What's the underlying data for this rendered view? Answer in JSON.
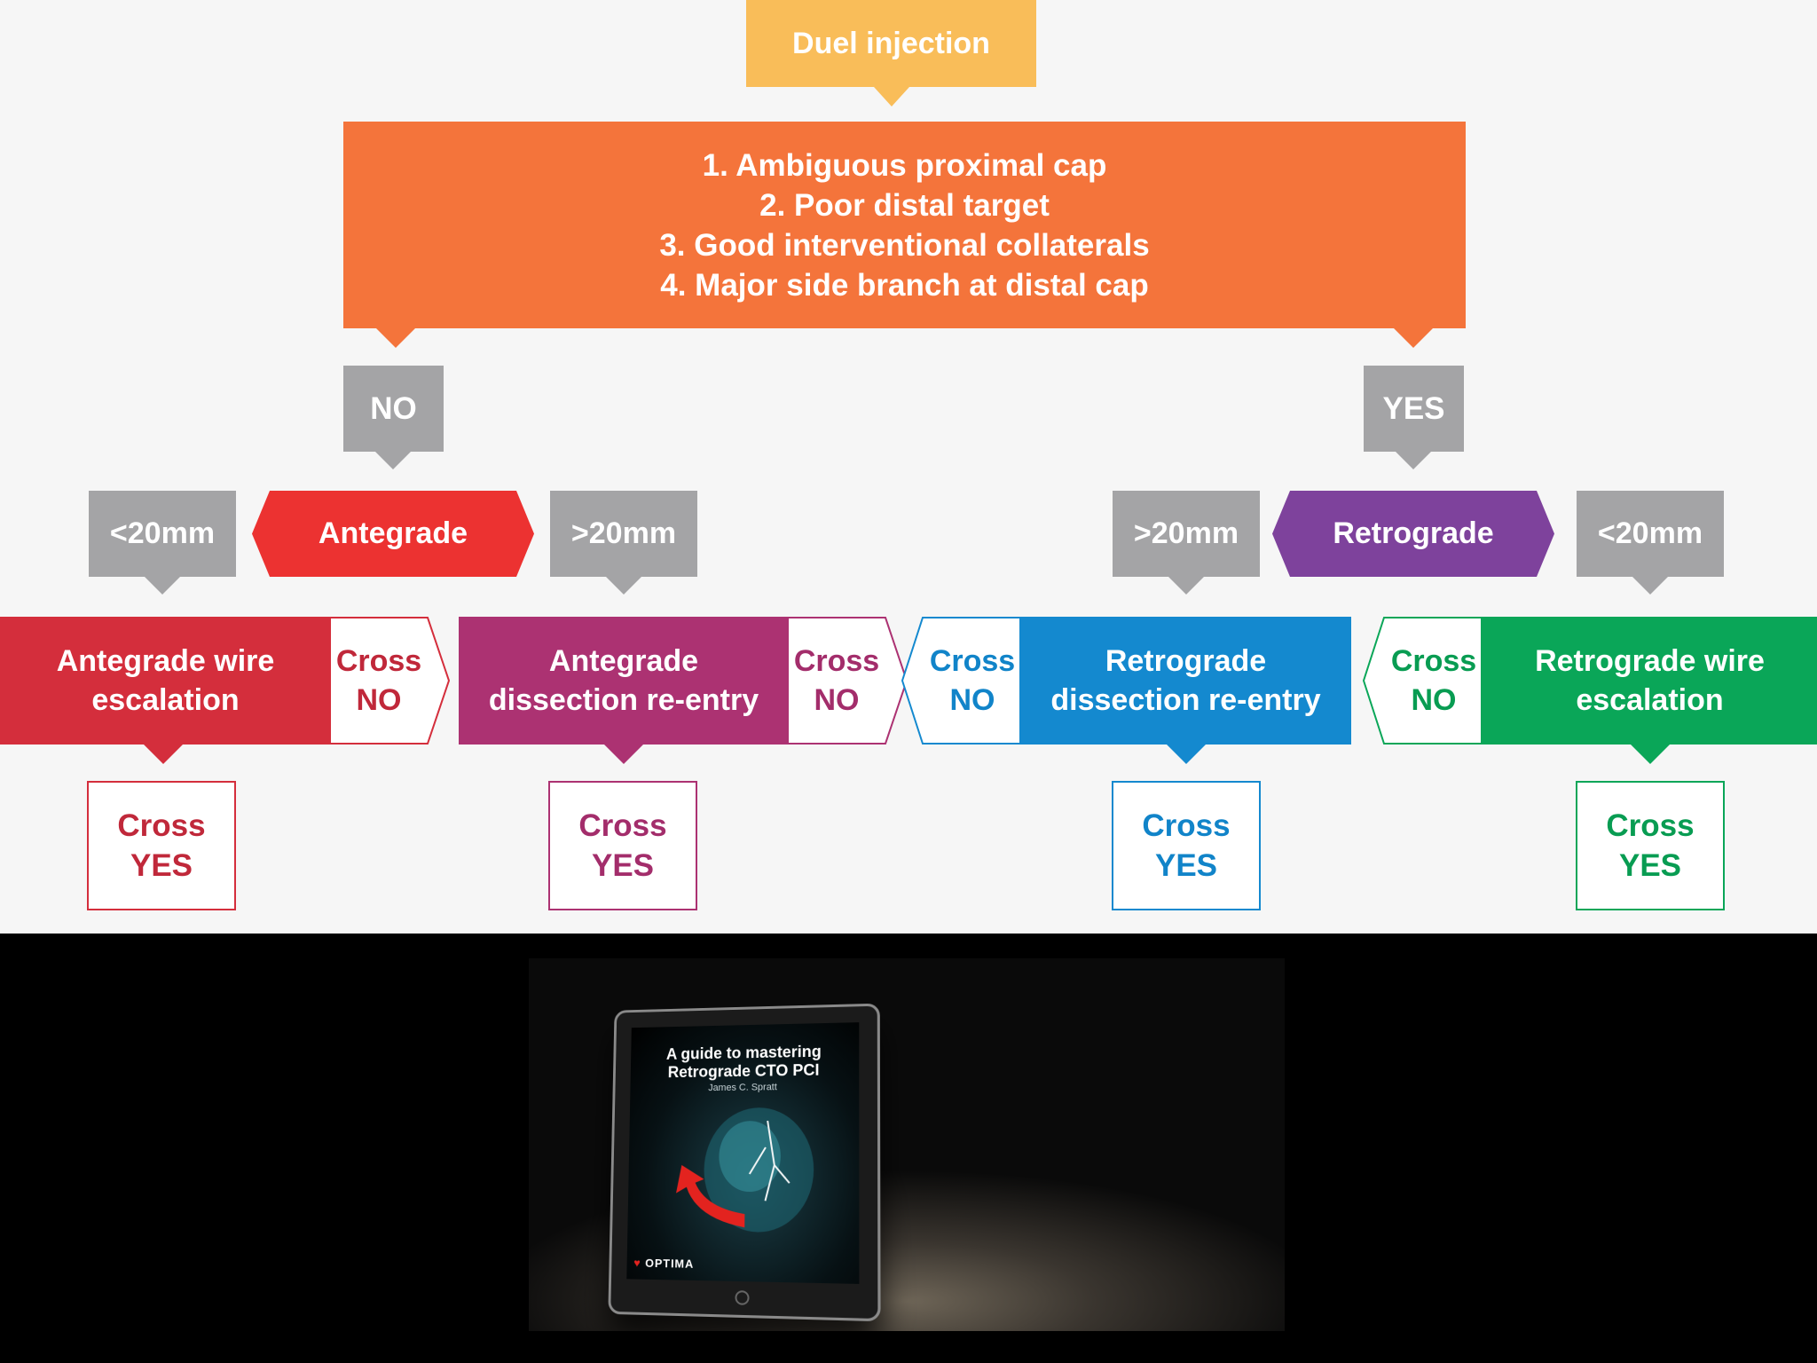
{
  "flowchart": {
    "start": "Duel injection",
    "criteria": [
      "1. Ambiguous proximal cap",
      "2. Poor distal target",
      "3. Good interventional collaterals",
      "4. Major side branch at distal cap"
    ],
    "no_label": "NO",
    "yes_label": "YES",
    "antegrade": "Antegrade",
    "retrograde": "Retrograde",
    "lt20": "<20mm",
    "gt20": ">20mm",
    "strategies": {
      "antegrade_wire": [
        "Antegrade wire",
        "escalation"
      ],
      "antegrade_dissection": [
        "Antegrade",
        "dissection re-entry"
      ],
      "retrograde_dissection": [
        "Retrograde",
        "dissection re-entry"
      ],
      "retrograde_wire": [
        "Retrograde wire",
        "escalation"
      ]
    },
    "cross": "Cross",
    "no": "NO",
    "yes": "YES",
    "colors": {
      "start": "#f9bd59",
      "criteria": "#f4743b",
      "gray": "#a4a4a6",
      "antegrade": "#ec3231",
      "retrograde": "#7e429c",
      "antegrade_wire": "#d42e3c",
      "antegrade_dissection": "#ac3272",
      "retrograde_dissection": "#1489cf",
      "retrograde_wire": "#0aa658"
    }
  },
  "book": {
    "title_line1": "A guide to mastering",
    "title_line2": "Retrograde CTO PCI",
    "author": "James C. Spratt",
    "publisher": "OPTIMA"
  }
}
